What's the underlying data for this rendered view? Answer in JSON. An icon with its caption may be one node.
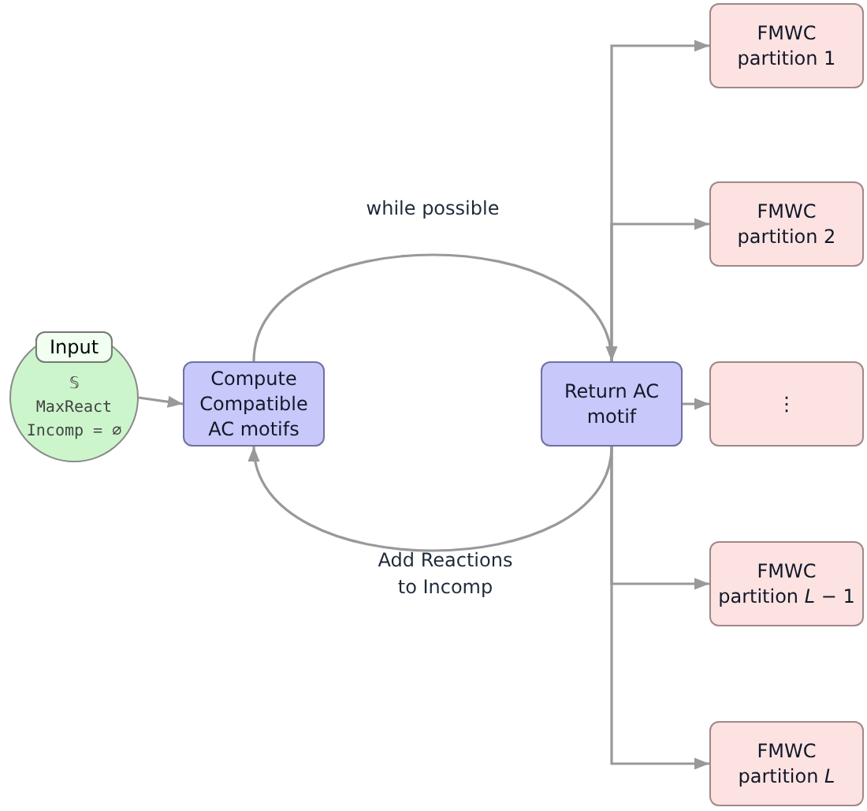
{
  "diagram": {
    "nodes": [
      {
        "text": [
          "Input",
          "𝕊",
          "MaxReact",
          "Incomp = ∅"
        ]
      },
      {
        "text": [
          "Compute Compatible AC motifs"
        ]
      },
      {
        "text": [
          "Return AC motif"
        ]
      },
      {
        "text": [
          "FMWC partition 1"
        ]
      },
      {
        "text": [
          "FMWC partition 2"
        ]
      },
      {
        "text": [
          "⋮"
        ]
      },
      {
        "text": [
          "FMWC partition *L* − 1"
        ]
      },
      {
        "text": [
          "FMWC partition *L*"
        ]
      }
    ],
    "edges": [
      {
        "from": 0,
        "to": 1,
        "arrow": "to"
      },
      {
        "from": 1,
        "to": 2,
        "arrow": "to",
        "label": "while possible"
      },
      {
        "from": 2,
        "to": 1,
        "arrow": "to",
        "label": "Add Reactions to Incomp"
      },
      {
        "from": 2,
        "to": 3,
        "arrow": "to"
      },
      {
        "from": 2,
        "to": 4,
        "arrow": "to"
      },
      {
        "from": 2,
        "to": 5,
        "arrow": "to"
      },
      {
        "from": 2,
        "to": 6,
        "arrow": "to"
      },
      {
        "from": 2,
        "to": 7,
        "arrow": "to"
      }
    ]
  }
}
